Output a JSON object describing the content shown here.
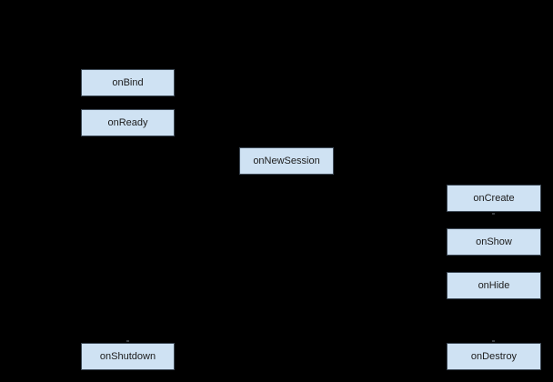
{
  "diagram": {
    "type": "flowchart",
    "colors": {
      "background": "#000000",
      "node_fill": "#cfe2f3",
      "node_border": "#3e4a57",
      "node_text": "#1c1c1c"
    },
    "nodes": [
      {
        "id": "onBind",
        "label": "onBind"
      },
      {
        "id": "onReady",
        "label": "onReady"
      },
      {
        "id": "onNewSession",
        "label": "onNewSession"
      },
      {
        "id": "onCreate",
        "label": "onCreate"
      },
      {
        "id": "onShow",
        "label": "onShow"
      },
      {
        "id": "onHide",
        "label": "onHide"
      },
      {
        "id": "onShutdown",
        "label": "onShutdown"
      },
      {
        "id": "onDestroy",
        "label": "onDestroy"
      }
    ]
  }
}
